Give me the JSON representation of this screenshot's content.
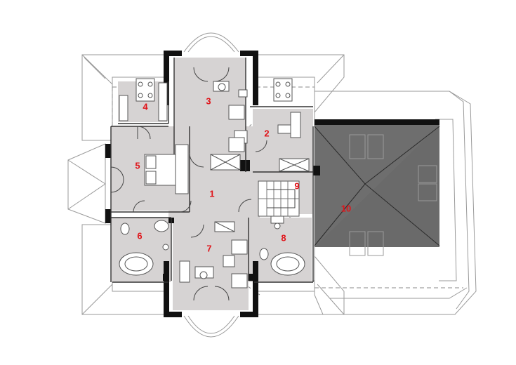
{
  "plan": {
    "label_color": "#e0141a",
    "colors": {
      "wall": "#111111",
      "floor_light": "#d6d3d3",
      "floor_garage": "#6a6a6a",
      "roof_line": "#9a9a9a",
      "fixture": "#555555"
    },
    "rooms": [
      {
        "id": "1",
        "label": "1"
      },
      {
        "id": "2",
        "label": "2"
      },
      {
        "id": "3",
        "label": "3"
      },
      {
        "id": "4",
        "label": "4"
      },
      {
        "id": "5",
        "label": "5"
      },
      {
        "id": "6",
        "label": "6"
      },
      {
        "id": "7",
        "label": "7"
      },
      {
        "id": "8",
        "label": "8"
      },
      {
        "id": "9",
        "label": "9"
      },
      {
        "id": "10",
        "label": "10"
      }
    ]
  }
}
